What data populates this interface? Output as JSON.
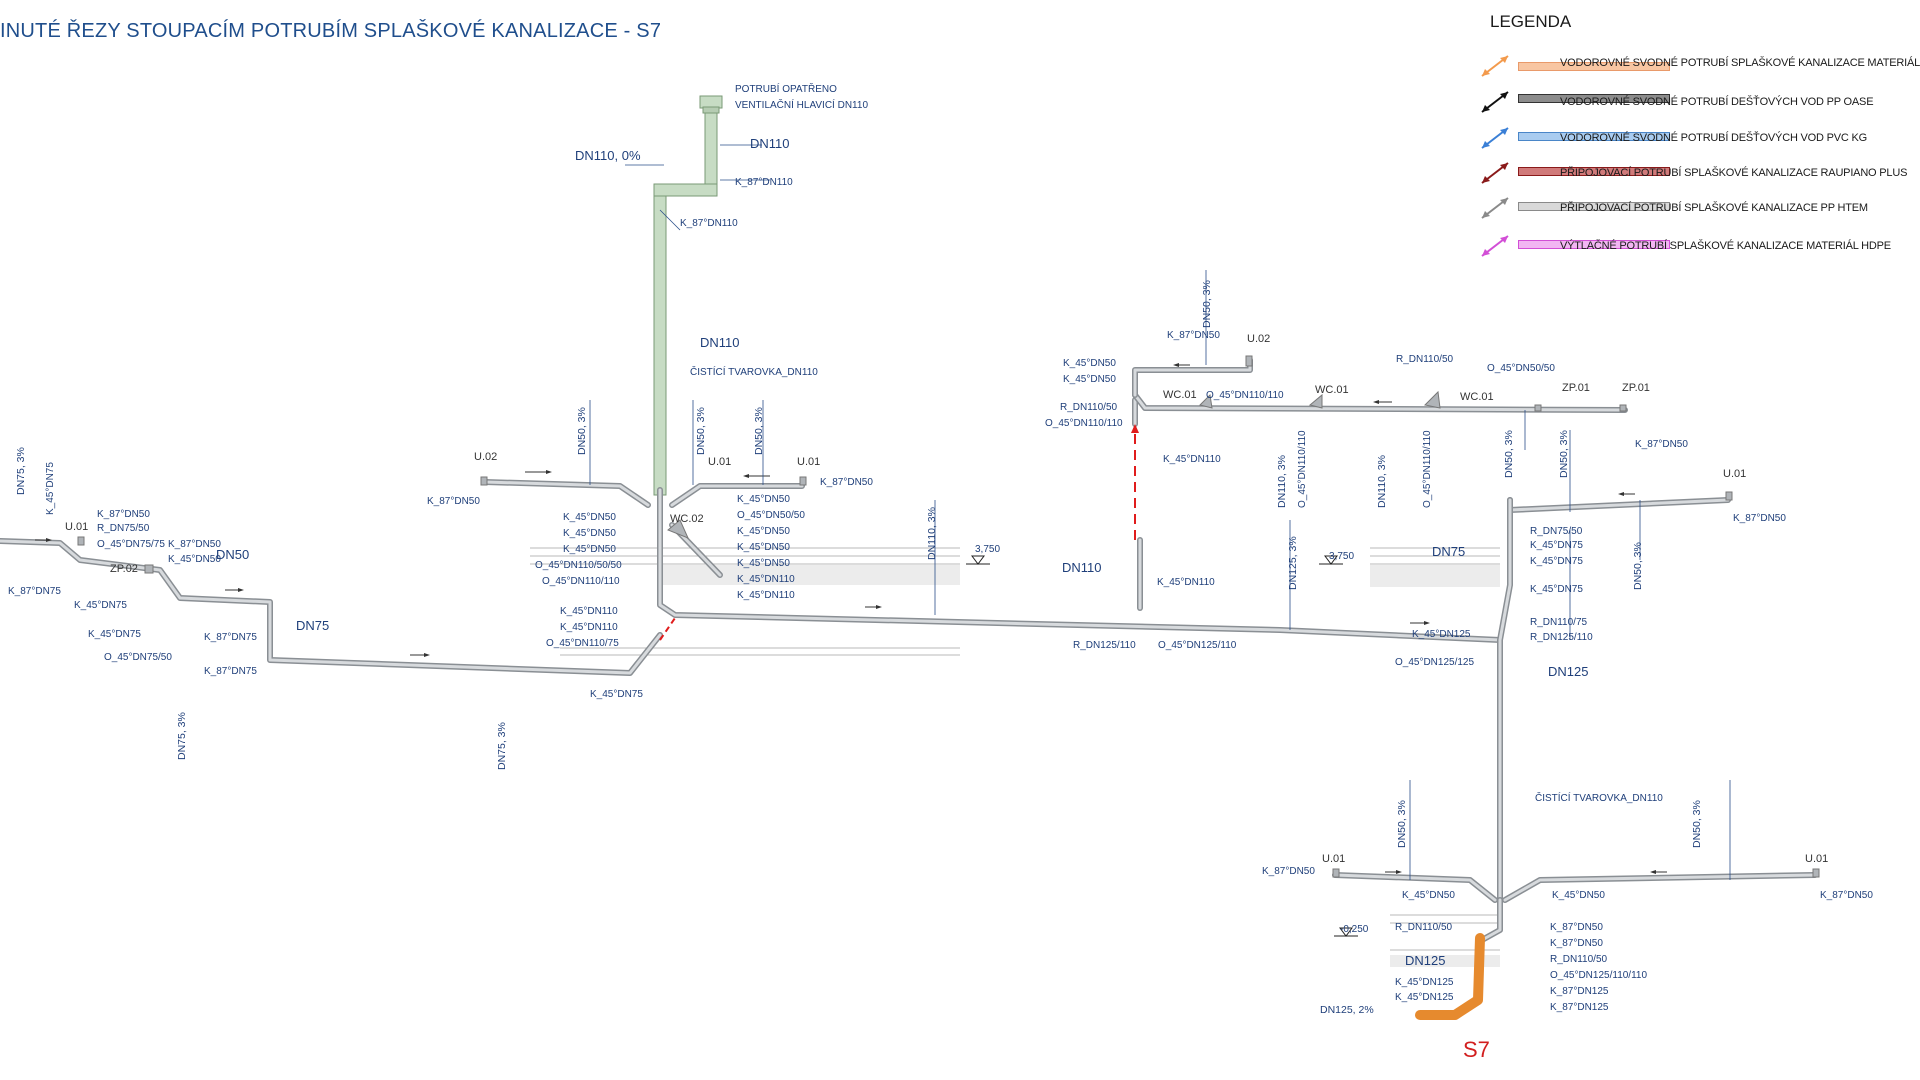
{
  "title": "INUTÉ ŘEZY STOUPACÍM POTRUBÍM SPLAŠKOVÉ KANALIZACE - S7",
  "legend": {
    "title": "LEGENDA",
    "items": [
      {
        "text": "VODOROVNÉ SVODNÉ POTRUBÍ SPLAŠKOVÉ KANALIZACE MATERIÁL PVC KG",
        "color": "#f39a4c",
        "fill": "#f8c6a2"
      },
      {
        "text": "VODOROVNÉ SVODNÉ POTRUBÍ DEŠŤOVÝCH VOD PP OASE",
        "color": "#111111",
        "fill": "#8c8c8c"
      },
      {
        "text": "VODOROVNÉ SVODNÉ POTRUBÍ DEŠŤOVÝCH VOD PVC KG",
        "color": "#3a7fd6",
        "fill": "#a9ccf0"
      },
      {
        "text": "PŘIPOJOVACÍ POTRUBÍ SPLAŠKOVÉ KANALIZACE RAUPIANO PLUS",
        "color": "#8a1a1a",
        "fill": "#d07a7a"
      },
      {
        "text": "PŘIPOJOVACÍ POTRUBÍ SPLAŠKOVÉ KANALIZACE PP HTEM",
        "color": "#8a8a8a",
        "fill": "#d9d9d9"
      },
      {
        "text": "VÝTLAČNÉ POTRUBÍ SPLAŠKOVÉ KANALIZACE MATERIÁL HDPE",
        "color": "#d24fd6",
        "fill": "#f2b6f2"
      }
    ]
  },
  "labels": {
    "vent_note_1": "POTRUBÍ OPATŘENO",
    "vent_note_2": "VENTILAČNÍ HLAVICÍ DN110",
    "dn110_top": "DN110",
    "dn110_0": "DN110, 0%",
    "k87dn110_a": "K_87°DN110",
    "k87dn110_b": "K_87°DN110",
    "dn110_mid": "DN110",
    "cisti_top": "ČISTÍCÍ TVAROVKA_DN110",
    "dn50_3_a": "DN50, 3%",
    "dn50_3_b": "DN50, 3%",
    "dn50_3_c": "DN50, 3%",
    "u02_left": "U.02",
    "k87dn50_left": "K_87°DN50",
    "u01_center": "U.01",
    "u01_center2": "U.01",
    "k87dn50_c": "K_87°DN50",
    "wc02": "WC.02",
    "dn110_3_center": "DN110, 3%",
    "k45dn50_1": "K_45°DN50",
    "k45dn50_2": "K_45°DN50",
    "k45dn50_3": "K_45°DN50",
    "o45_110_50_50": "O_45°DN110/50/50",
    "o45_110_110": "O_45°DN110/110",
    "k45dn110_1": "K_45°DN110",
    "k45dn110_2": "K_45°DN110",
    "o45_110_75": "O_45°DN110/75",
    "r_k45dn50_1": "K_45°DN50",
    "r_o45_50_50": "O_45°DN50/50",
    "r_k45dn50_2": "K_45°DN50",
    "r_k45dn50_3": "K_45°DN50",
    "r_k45dn50_4": "K_45°DN50",
    "r_k45dn110_1": "K_45°DN110",
    "r_k45dn110_2": "K_45°DN110",
    "k45dn75_bottom": "K_45°DN75",
    "dn75_3_bottom": "DN75, 3%",
    "dn75_3_left": "DN75, 3%",
    "k45dn75_left": "K_45°DN75",
    "u01_left": "U.01",
    "k87dn50_l1": "K_87°DN50",
    "r_dn75_50": "R_DN75/50",
    "o45_75_75": "O_45°DN75/75",
    "k87dn50_l2": "K_87°DN50",
    "k45dn50_l": "K_45°DN50",
    "dn50_left": "DN50",
    "zp02": "ZP.02",
    "k87dn75_l": "K_87°DN75",
    "k45dn75_l2": "K_45°DN75",
    "k45dn75_l3": "K_45°DN75",
    "o45_75_50": "O_45°DN75/50",
    "k87dn75_r1": "K_87°DN75",
    "k87dn75_r2": "K_87°DN75",
    "dn75_mid": "DN75",
    "dn75_3_mid": "DN75, 3%",
    "level_3750_a": "3,750",
    "level_3750_b": "3,750",
    "level_0250": "-0,250",
    "dn50_3_top": "DN50, 3%",
    "u02_right": "U.02",
    "k87dn50_top": "K_87°DN50",
    "k45dn50_top1": "K_45°DN50",
    "k45dn50_top2": "K_45°DN50",
    "r110_50_top": "R_DN110/50",
    "o45_110_110_top": "O_45°DN110/110",
    "k45dn110_top": "K_45°DN110",
    "wc01_a": "WC.01",
    "o45_110_110_b": "O_45°DN110/110",
    "wc01_b": "WC.01",
    "wc01_c": "WC.01",
    "r110_50_b": "R_DN110/50",
    "o45_50_50_b": "O_45°DN50/50",
    "zp01_a": "ZP.01",
    "zp01_b": "ZP.01",
    "k87dn50_r": "K_87°DN50",
    "dn110_3_a": "DN110, 3%",
    "o45_110_110_v": "O_45°DN110/110",
    "dn110_3_b": "DN110, 3%",
    "o45_110_110_v2": "O_45°DN110/110",
    "dn50_3_r1": "DN50, 3%",
    "dn50_3_r2": "DN50, 3%",
    "dn110_riser": "DN110",
    "k45dn110_riser": "K_45°DN110",
    "r125_110": "R_DN125/110",
    "o45_125_110": "O_45°DN125/110",
    "dn125_3": "DN125, 3%",
    "dn75_right": "DN75",
    "u01_right": "U.01",
    "k87dn50_right": "K_87°DN50",
    "dn50_3_right": "DN50, 3%",
    "r75_50": "R_DN75/50",
    "k45dn75_r1": "K_45°DN75",
    "k45dn75_r2": "K_45°DN75",
    "k45dn75_r3": "K_45°DN75",
    "r110_75": "R_DN110/75",
    "r125_110_b": "R_DN125/110",
    "k45dn125_r": "K_45°DN125",
    "o45_125_125": "O_45°DN125/125",
    "dn125_right": "DN125",
    "cisti_bottom": "ČISTÍCÍ TVAROVKA_DN110",
    "dn50_3_b1": "DN50, 3%",
    "dn50_3_b2": "DN50, 3%",
    "u01_b1": "U.01",
    "u01_b2": "U.01",
    "k87dn50_b1": "K_87°DN50",
    "k87dn50_b2": "K_87°DN50",
    "k45dn50_b1": "K_45°DN50",
    "k45dn50_b2": "K_45°DN50",
    "r110_50_bot": "R_DN110/50",
    "dn125_bot": "DN125",
    "k45dn125_b1": "K_45°DN125",
    "k45dn125_b2": "K_45°DN125",
    "dn125_2": "DN125, 2%",
    "k87dn50_b3": "K_87°DN50",
    "k87dn50_b4": "K_87°DN50",
    "r110_50_b2": "R_DN110/50",
    "o45_125_110_110": "O_45°DN125/110/110",
    "k87dn125_1": "K_87°DN125",
    "k87dn125_2": "K_87°DN125",
    "s7": "S7"
  }
}
